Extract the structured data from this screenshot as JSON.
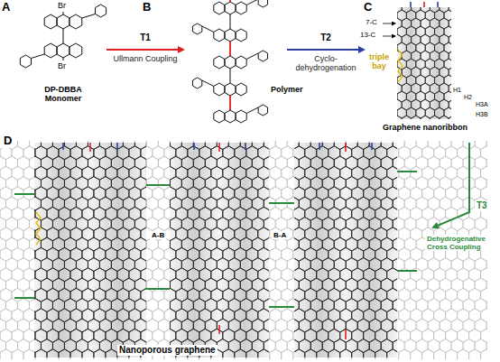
{
  "diagram": {
    "labels": [
      "A",
      "Br",
      "Br",
      "DP-DBBA Monomer",
      "T1",
      "Ullmann Coupling",
      "B",
      "Polymer",
      "T2",
      "Cyclo-dehydrogenation",
      "C",
      "7-C",
      "13-C",
      "triple bay",
      "H1",
      "H2",
      "H3A",
      "H3B",
      "Graphene nanoribbon",
      "D",
      "A-B",
      "B-A",
      "T3",
      "Dehydrogenative Cross Coupling",
      "Nanoporous graphene"
    ]
  }
}
